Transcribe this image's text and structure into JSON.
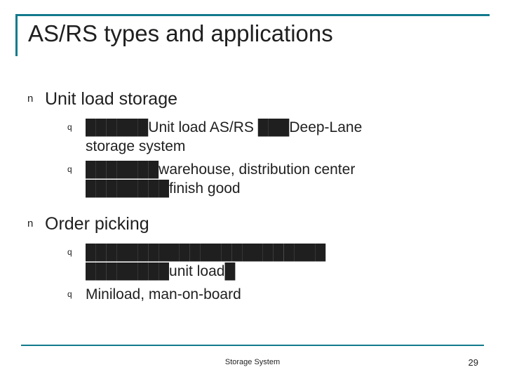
{
  "slide": {
    "title": "AS/RS types and applications",
    "accent_color": "#127a8c",
    "text_color": "#1f1f1f",
    "background": "#ffffff",
    "sections": [
      {
        "marker": "n",
        "heading": "Unit load storage",
        "bullets": [
          {
            "marker": "q",
            "line1_pre": "██████",
            "line1_overlay": "Unit load",
            "line1_mid": "Unit load AS/RS ",
            "line1_tofu": "███",
            "line1_post": "Deep-Lane",
            "line2": "storage system"
          },
          {
            "marker": "q",
            "line1_pre": "███████",
            "line1_overlay": "warehouse",
            "line1_post": "warehouse, distribution center",
            "line2_pre": "████████",
            "line2_overlay": "finish good",
            "line2_post": "finish good"
          }
        ]
      },
      {
        "marker": "n",
        "heading": "Order picking",
        "bullets": [
          {
            "marker": "q",
            "line1_tofu": "███████████████████████",
            "line2_pre": "████████",
            "line2_overlay": "unit load",
            "line2_post": "unit load",
            "line2_tail": "█"
          },
          {
            "marker": "q",
            "text": "Miniload, man-on-board"
          }
        ]
      }
    ]
  },
  "footer": {
    "center_text": "Storage System",
    "page_number": "29"
  }
}
